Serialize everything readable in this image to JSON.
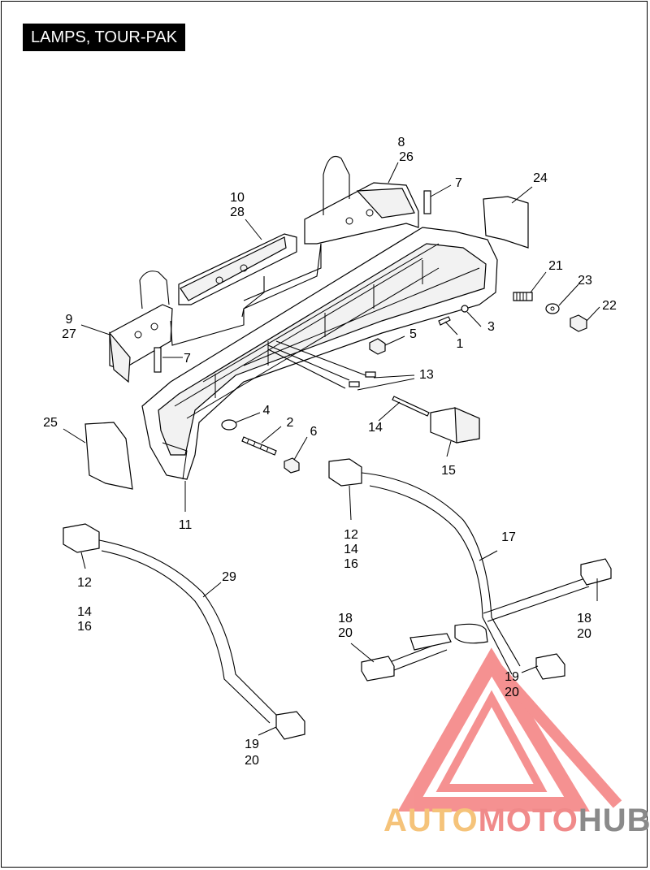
{
  "title": "LAMPS, TOUR-PAK",
  "callouts": {
    "c8": "8",
    "c26": "26",
    "c7a": "7",
    "c24": "24",
    "c10": "10",
    "c28": "28",
    "c21": "21",
    "c23": "23",
    "c22": "22",
    "c9": "9",
    "c27": "27",
    "c7b": "7",
    "c5": "5",
    "c3": "3",
    "c1": "1",
    "c13": "13",
    "c4": "4",
    "c2": "2",
    "c6": "6",
    "c14a": "14",
    "c25": "25",
    "c15": "15",
    "c11": "11",
    "c12a": "12",
    "c14b": "14",
    "c16a": "16",
    "c17": "17",
    "c12b": "12",
    "c14c": "14",
    "c16b": "16",
    "c29": "29",
    "c18a": "18",
    "c20a": "20",
    "c18b": "18",
    "c20b": "20",
    "c19a": "19",
    "c20c": "20",
    "c19b": "19",
    "c20d": "20"
  },
  "watermark": {
    "brand_part1": "AUTO",
    "brand_part2": "MOTO",
    "brand_part3": "HUB",
    "colors": {
      "triangle": "#f26d6d",
      "auto": "#f5c37a",
      "moto": "#f08a8a",
      "hub": "#8a8a8a"
    }
  }
}
